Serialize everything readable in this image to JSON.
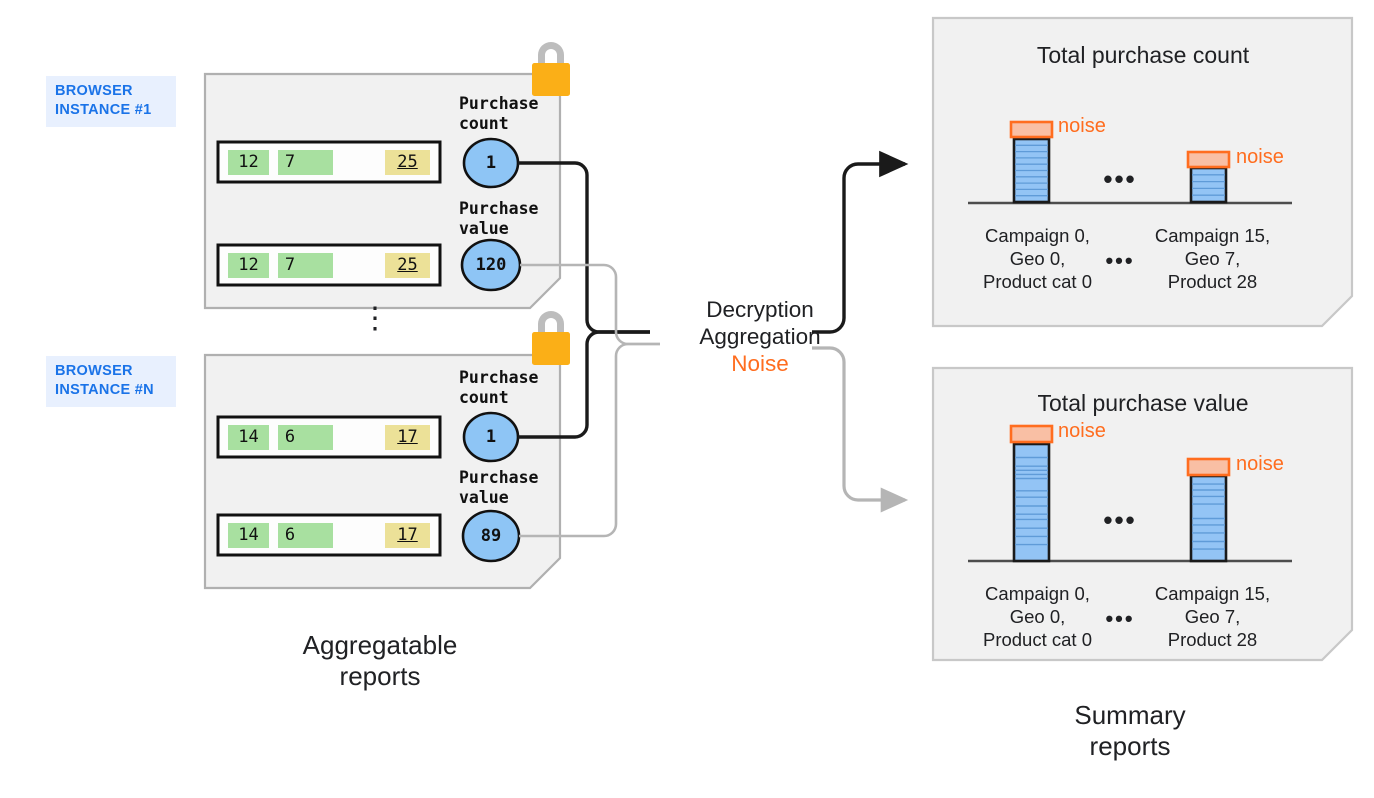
{
  "diagram": {
    "title": "Aggregatable reports to summary reports flow",
    "colors": {
      "panel_fill": "#f1f1f1",
      "panel_border": "#b0b0b0",
      "chip_green": "#a8e0a0",
      "chip_yellow": "#ece198",
      "circle_blue": "#8ec5f5",
      "noise_orange": "#ff6d1f",
      "noise_fill": "#f9bfa4",
      "bar_blue": "#93c4f5",
      "tag_text": "#1a73e8",
      "tag_bg": "#e8f0fe",
      "lock_body": "#fbaf17",
      "lock_shackle": "#bdbdbd",
      "arrow_black": "#1a1a1a",
      "arrow_grey": "#b5b5b5"
    },
    "left_caption": "Aggregatable\nreports",
    "right_caption": "Summary\nreports",
    "vertical_ellipsis": "⋮",
    "browser_instances": [
      {
        "tag": "BROWSER\nINSTANCE #1",
        "lock_icon": "padlock-icon",
        "metrics": [
          {
            "label": "Purchase\ncount",
            "circle_value": "1",
            "row": {
              "key_a": "12",
              "key_b": "7",
              "key_c": "25"
            }
          },
          {
            "label": "Purchase\nvalue",
            "circle_value": "120",
            "row": {
              "key_a": "12",
              "key_b": "7",
              "key_c": "25"
            }
          }
        ]
      },
      {
        "tag": "BROWSER\nINSTANCE #N",
        "lock_icon": "padlock-icon",
        "metrics": [
          {
            "label": "Purchase\ncount",
            "circle_value": "1",
            "row": {
              "key_a": "14",
              "key_b": "6",
              "key_c": "17"
            }
          },
          {
            "label": "Purchase\nvalue",
            "circle_value": "89",
            "row": {
              "key_a": "14",
              "key_b": "6",
              "key_c": "17"
            }
          }
        ]
      }
    ],
    "processor": {
      "line1": "Decryption",
      "line2": "Aggregation",
      "line3": "Noise"
    }
  },
  "chart_data": [
    {
      "type": "bar",
      "title": "Total purchase count",
      "categories": [
        "Campaign 0,\nGeo 0,\nProduct cat 0",
        "Campaign 15,\nGeo 7,\nProduct 28"
      ],
      "values": [
        10,
        5
      ],
      "noise": [
        1,
        1
      ],
      "noise_label": "noise",
      "segments": [
        10,
        5
      ],
      "ellipsis": "•••",
      "xlabel": "",
      "ylabel": "",
      "ylim": [
        0,
        13
      ],
      "grid": false,
      "legend": "none",
      "stacked": true
    },
    {
      "type": "bar",
      "title": "Total purchase value",
      "categories": [
        "Campaign 0,\nGeo 0,\nProduct cat 0",
        "Campaign 15,\nGeo 7,\nProduct 28"
      ],
      "values": [
        120,
        89
      ],
      "noise": [
        9,
        9
      ],
      "noise_label": "noise",
      "segment_breaks": [
        [
          0.0,
          0.115,
          0.19,
          0.225,
          0.26,
          0.295,
          0.4,
          0.455,
          0.53,
          0.6,
          0.645,
          0.72,
          0.79,
          0.86,
          1.0
        ],
        [
          0.0,
          0.095,
          0.165,
          0.24,
          0.33,
          0.5,
          0.575,
          0.67,
          0.77,
          0.86,
          1.0
        ]
      ],
      "ellipsis": "•••",
      "xlabel": "",
      "ylabel": "",
      "ylim": [
        0,
        145
      ],
      "grid": false,
      "legend": "none",
      "stacked": true
    }
  ]
}
